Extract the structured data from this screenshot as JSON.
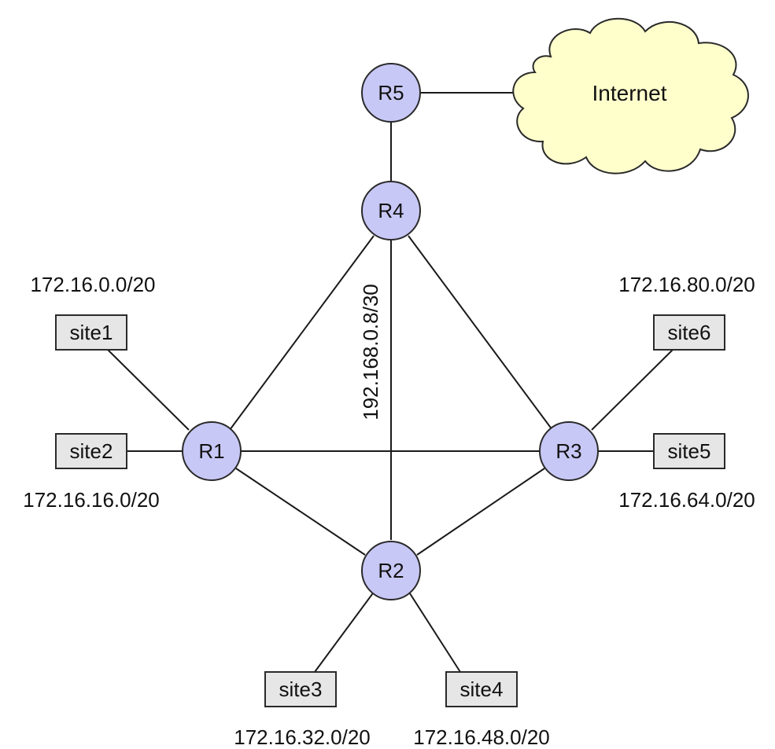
{
  "routers": {
    "r1": "R1",
    "r2": "R2",
    "r3": "R3",
    "r4": "R4",
    "r5": "R5"
  },
  "sites": {
    "site1": "site1",
    "site2": "site2",
    "site3": "site3",
    "site4": "site4",
    "site5": "site5",
    "site6": "site6"
  },
  "subnets": {
    "site1": "172.16.0.0/20",
    "site2": "172.16.16.0/20",
    "site3": "172.16.32.0/20",
    "site4": "172.16.48.0/20",
    "site5": "172.16.64.0/20",
    "site6": "172.16.80.0/20",
    "core": "192.168.0.8/30"
  },
  "cloud": {
    "label": "Internet"
  },
  "colors": {
    "router_fill": "#c8c8f7",
    "site_fill": "#e6e6e6",
    "cloud_fill": "#ffffcc"
  }
}
